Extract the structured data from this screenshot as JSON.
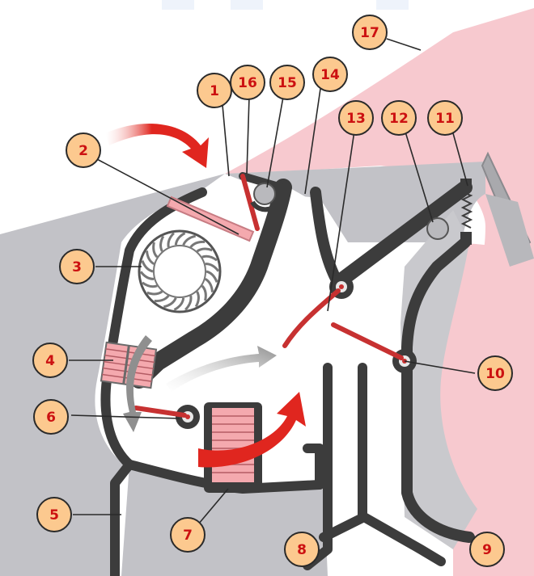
{
  "colors": {
    "pink": "#f7c9cf",
    "grey": "#c2c2c7",
    "wall": "#3c3c3c",
    "wall_light": "#5a5a5a",
    "red_flap": "#c73131",
    "red_arrow": "#e0261f",
    "heater_fill": "#f4a9ae",
    "grey_arrow": "#8f8f8f",
    "callout_fill": "#fcc98f",
    "callout_stroke": "#2a2a2a",
    "callout_text": "#cc1111",
    "faint_tabs": "#eef3fb"
  },
  "callouts": [
    {
      "id": "1",
      "label": "1"
    },
    {
      "id": "2",
      "label": "2"
    },
    {
      "id": "3",
      "label": "3"
    },
    {
      "id": "4",
      "label": "4"
    },
    {
      "id": "5",
      "label": "5"
    },
    {
      "id": "6",
      "label": "6"
    },
    {
      "id": "7",
      "label": "7"
    },
    {
      "id": "8",
      "label": "8"
    },
    {
      "id": "9",
      "label": "9"
    },
    {
      "id": "10",
      "label": "10"
    },
    {
      "id": "11",
      "label": "11"
    },
    {
      "id": "12",
      "label": "12"
    },
    {
      "id": "13",
      "label": "13"
    },
    {
      "id": "14",
      "label": "14"
    },
    {
      "id": "15",
      "label": "15"
    },
    {
      "id": "16",
      "label": "16"
    },
    {
      "id": "17",
      "label": "17"
    }
  ]
}
